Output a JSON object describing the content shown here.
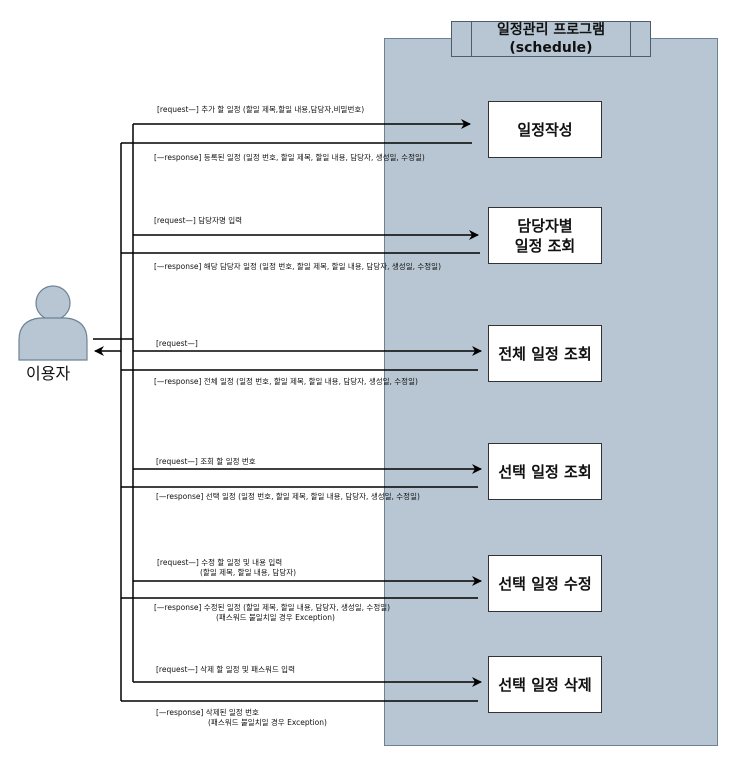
{
  "system": {
    "title_line1": "일정관리 프로그램",
    "title_line2": "(schedule)"
  },
  "user": {
    "label": "이용자"
  },
  "functions": [
    {
      "name": "일정작성",
      "request": "[request—] 추가 할 일정 (할일 제목,할일 내용,담당자,비밀번호)",
      "request_extra": "",
      "response": "[—response] 등록된 일정 (일정 번호, 할일 제목, 할일 내용, 담당자, 생성일, 수정일)",
      "response_extra": ""
    },
    {
      "name": "담당자별\n일정 조회",
      "request": "[request—] 담당자명 입력",
      "request_extra": "",
      "response": "[—response] 해당 담당자 일정 (일정 번호, 할일 제목, 할일 내용, 담당자, 생성일, 수정일)",
      "response_extra": ""
    },
    {
      "name": "전체 일정 조회",
      "request": "[request—]",
      "request_extra": "",
      "response": "[—response] 전체 일정 (일정 번호, 할일 제목, 할일 내용, 담당자, 생성일, 수정일)",
      "response_extra": ""
    },
    {
      "name": "선택 일정 조회",
      "request": "[request—]  조회 할 일정 번호",
      "request_extra": "",
      "response": "[—response] 선택 일정 (일정 번호, 할일 제목, 할일 내용, 담당자, 생성일, 수정일)",
      "response_extra": ""
    },
    {
      "name": "선택 일정 수정",
      "request": "[request—] 수정 할 일정 및 내용 입력",
      "request_extra": "(할일 제목, 할일 내용, 담당자)",
      "response": "[—response] 수정된 일정 (할일 제목, 할일 내용, 담당자, 생성일, 수정일)",
      "response_extra": "(패스워드 불일치일 경우 Exception)"
    },
    {
      "name": "선택 일정 삭제",
      "request": "[request—] 삭제 할 일정 및 패스워드 입력",
      "request_extra": "",
      "response": "[—response] 삭제된 일정 번호",
      "response_extra": "(패스워드 불일치일 경우 Exception)"
    }
  ]
}
